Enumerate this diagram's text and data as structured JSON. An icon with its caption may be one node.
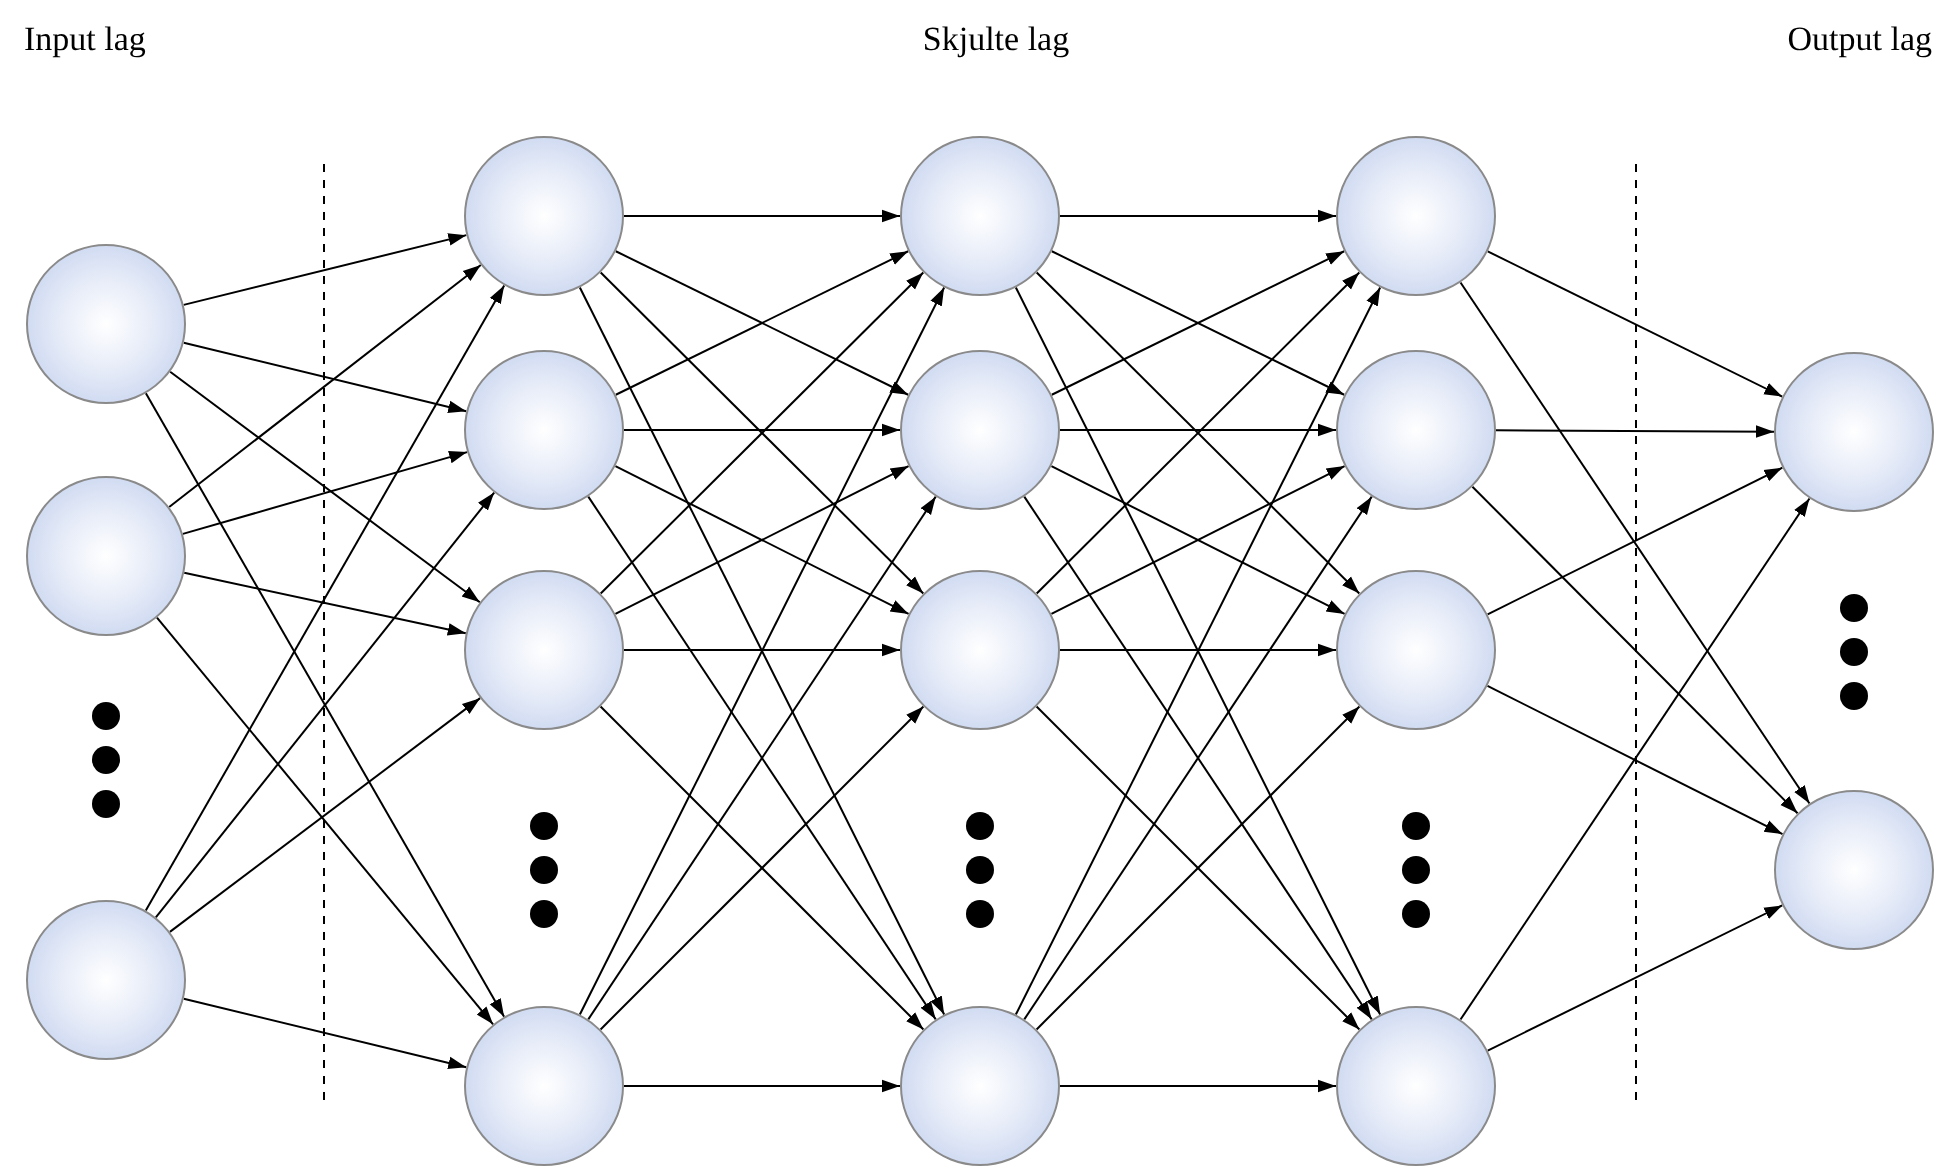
{
  "diagram": {
    "nodes": [
      {
        "text": [],
        "shape": "circle"
      },
      {
        "text": [],
        "shape": "circle"
      },
      {
        "text": [],
        "shape": "circle"
      },
      {
        "text": [],
        "shape": "circle"
      },
      {
        "text": [],
        "shape": "circle"
      },
      {
        "text": [],
        "shape": "circle"
      },
      {
        "text": [],
        "shape": "circle"
      },
      {
        "text": [],
        "shape": "circle"
      },
      {
        "text": [],
        "shape": "circle"
      },
      {
        "text": [],
        "shape": "circle"
      },
      {
        "text": [],
        "shape": "circle"
      },
      {
        "text": [],
        "shape": "circle"
      },
      {
        "text": [],
        "shape": "circle"
      },
      {
        "text": [],
        "shape": "circle"
      },
      {
        "text": [],
        "shape": "circle"
      },
      {
        "text": [],
        "shape": "circle"
      },
      {
        "text": [],
        "shape": "circle"
      }
    ],
    "edges": [
      {
        "from": 0,
        "to": 3,
        "arrow": "to"
      },
      {
        "from": 0,
        "to": 4,
        "arrow": "to"
      },
      {
        "from": 0,
        "to": 5,
        "arrow": "to"
      },
      {
        "from": 0,
        "to": 6,
        "arrow": "to"
      },
      {
        "from": 1,
        "to": 3,
        "arrow": "to"
      },
      {
        "from": 1,
        "to": 4,
        "arrow": "to"
      },
      {
        "from": 1,
        "to": 5,
        "arrow": "to"
      },
      {
        "from": 1,
        "to": 6,
        "arrow": "to"
      },
      {
        "from": 2,
        "to": 3,
        "arrow": "to"
      },
      {
        "from": 2,
        "to": 4,
        "arrow": "to"
      },
      {
        "from": 2,
        "to": 5,
        "arrow": "to"
      },
      {
        "from": 2,
        "to": 6,
        "arrow": "to"
      },
      {
        "from": 3,
        "to": 7,
        "arrow": "to"
      },
      {
        "from": 3,
        "to": 8,
        "arrow": "to"
      },
      {
        "from": 3,
        "to": 9,
        "arrow": "to"
      },
      {
        "from": 3,
        "to": 10,
        "arrow": "to"
      },
      {
        "from": 4,
        "to": 7,
        "arrow": "to"
      },
      {
        "from": 4,
        "to": 8,
        "arrow": "to"
      },
      {
        "from": 4,
        "to": 9,
        "arrow": "to"
      },
      {
        "from": 4,
        "to": 10,
        "arrow": "to"
      },
      {
        "from": 5,
        "to": 7,
        "arrow": "to"
      },
      {
        "from": 5,
        "to": 8,
        "arrow": "to"
      },
      {
        "from": 5,
        "to": 9,
        "arrow": "to"
      },
      {
        "from": 5,
        "to": 10,
        "arrow": "to"
      },
      {
        "from": 6,
        "to": 7,
        "arrow": "to"
      },
      {
        "from": 6,
        "to": 8,
        "arrow": "to"
      },
      {
        "from": 6,
        "to": 9,
        "arrow": "to"
      },
      {
        "from": 6,
        "to": 10,
        "arrow": "to"
      },
      {
        "from": 7,
        "to": 11,
        "arrow": "to"
      },
      {
        "from": 7,
        "to": 12,
        "arrow": "to"
      },
      {
        "from": 7,
        "to": 13,
        "arrow": "to"
      },
      {
        "from": 7,
        "to": 14,
        "arrow": "to"
      },
      {
        "from": 8,
        "to": 11,
        "arrow": "to"
      },
      {
        "from": 8,
        "to": 12,
        "arrow": "to"
      },
      {
        "from": 8,
        "to": 13,
        "arrow": "to"
      },
      {
        "from": 8,
        "to": 14,
        "arrow": "to"
      },
      {
        "from": 9,
        "to": 11,
        "arrow": "to"
      },
      {
        "from": 9,
        "to": 12,
        "arrow": "to"
      },
      {
        "from": 9,
        "to": 13,
        "arrow": "to"
      },
      {
        "from": 9,
        "to": 14,
        "arrow": "to"
      },
      {
        "from": 10,
        "to": 11,
        "arrow": "to"
      },
      {
        "from": 10,
        "to": 12,
        "arrow": "to"
      },
      {
        "from": 10,
        "to": 13,
        "arrow": "to"
      },
      {
        "from": 10,
        "to": 14,
        "arrow": "to"
      },
      {
        "from": 11,
        "to": 15,
        "arrow": "to"
      },
      {
        "from": 11,
        "to": 16,
        "arrow": "to"
      },
      {
        "from": 12,
        "to": 15,
        "arrow": "to"
      },
      {
        "from": 12,
        "to": 16,
        "arrow": "to"
      },
      {
        "from": 13,
        "to": 15,
        "arrow": "to"
      },
      {
        "from": 13,
        "to": 16,
        "arrow": "to"
      },
      {
        "from": 14,
        "to": 15,
        "arrow": "to"
      },
      {
        "from": 14,
        "to": 16,
        "arrow": "to"
      }
    ],
    "labels": [
      "Input lag",
      "Skjulte lag",
      "Output lag"
    ]
  }
}
